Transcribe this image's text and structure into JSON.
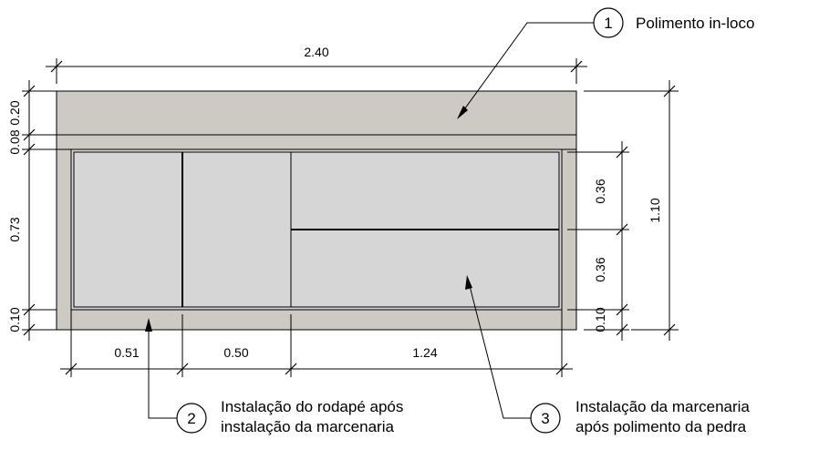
{
  "dimensions": {
    "total_width": "2.40",
    "top_band": "0.20",
    "second_band": "0.08",
    "cabinet_height": "0.73",
    "base_height_left": "0.10",
    "overall_height": "1.10",
    "upper_drawer": "0.36",
    "lower_drawer": "0.36",
    "base_height_right": "0.10",
    "width_left": "0.51",
    "width_middle": "0.50",
    "width_right": "1.24"
  },
  "notes": [
    {
      "number": "1",
      "line1": "Polimento in-loco",
      "line2": ""
    },
    {
      "number": "2",
      "line1": "Instalação do rodapé após",
      "line2": "instalação da marcenaria"
    },
    {
      "number": "3",
      "line1": "Instalação da marcenaria",
      "line2": "após polimento da pedra"
    }
  ],
  "colors": {
    "stone": "#cdc9c3",
    "cabinet": "#d6d6d6",
    "line": "#000000"
  }
}
